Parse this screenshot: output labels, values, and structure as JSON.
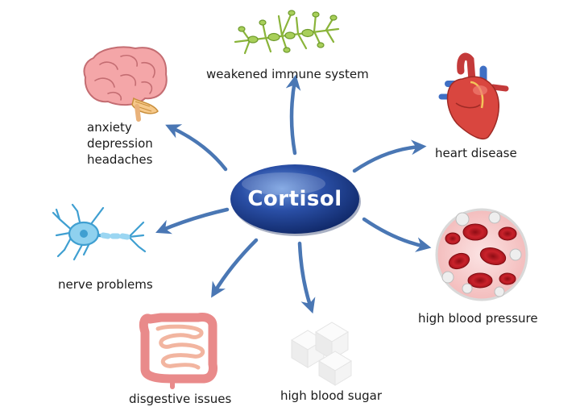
{
  "center": {
    "label": "Cortisol"
  },
  "effects": [
    {
      "id": "immune",
      "label": "weakened immune system",
      "icon": "immune-cell-icon"
    },
    {
      "id": "heart",
      "label": "heart disease",
      "icon": "heart-icon"
    },
    {
      "id": "blood-pressure",
      "label": "high blood pressure",
      "icon": "blood-cells-icon"
    },
    {
      "id": "blood-sugar",
      "label": "high blood sugar",
      "icon": "sugar-cubes-icon"
    },
    {
      "id": "digestive",
      "label": "disgestive issues",
      "icon": "intestines-icon"
    },
    {
      "id": "nerve",
      "label": "nerve problems",
      "icon": "neuron-icon"
    },
    {
      "id": "mental",
      "label": "anxiety\ndepression\nheadaches",
      "icon": "brain-icon"
    }
  ],
  "colors": {
    "arrow": "#4a77b4",
    "center_fill": "#1e3d8f",
    "center_text": "#ffffff"
  }
}
